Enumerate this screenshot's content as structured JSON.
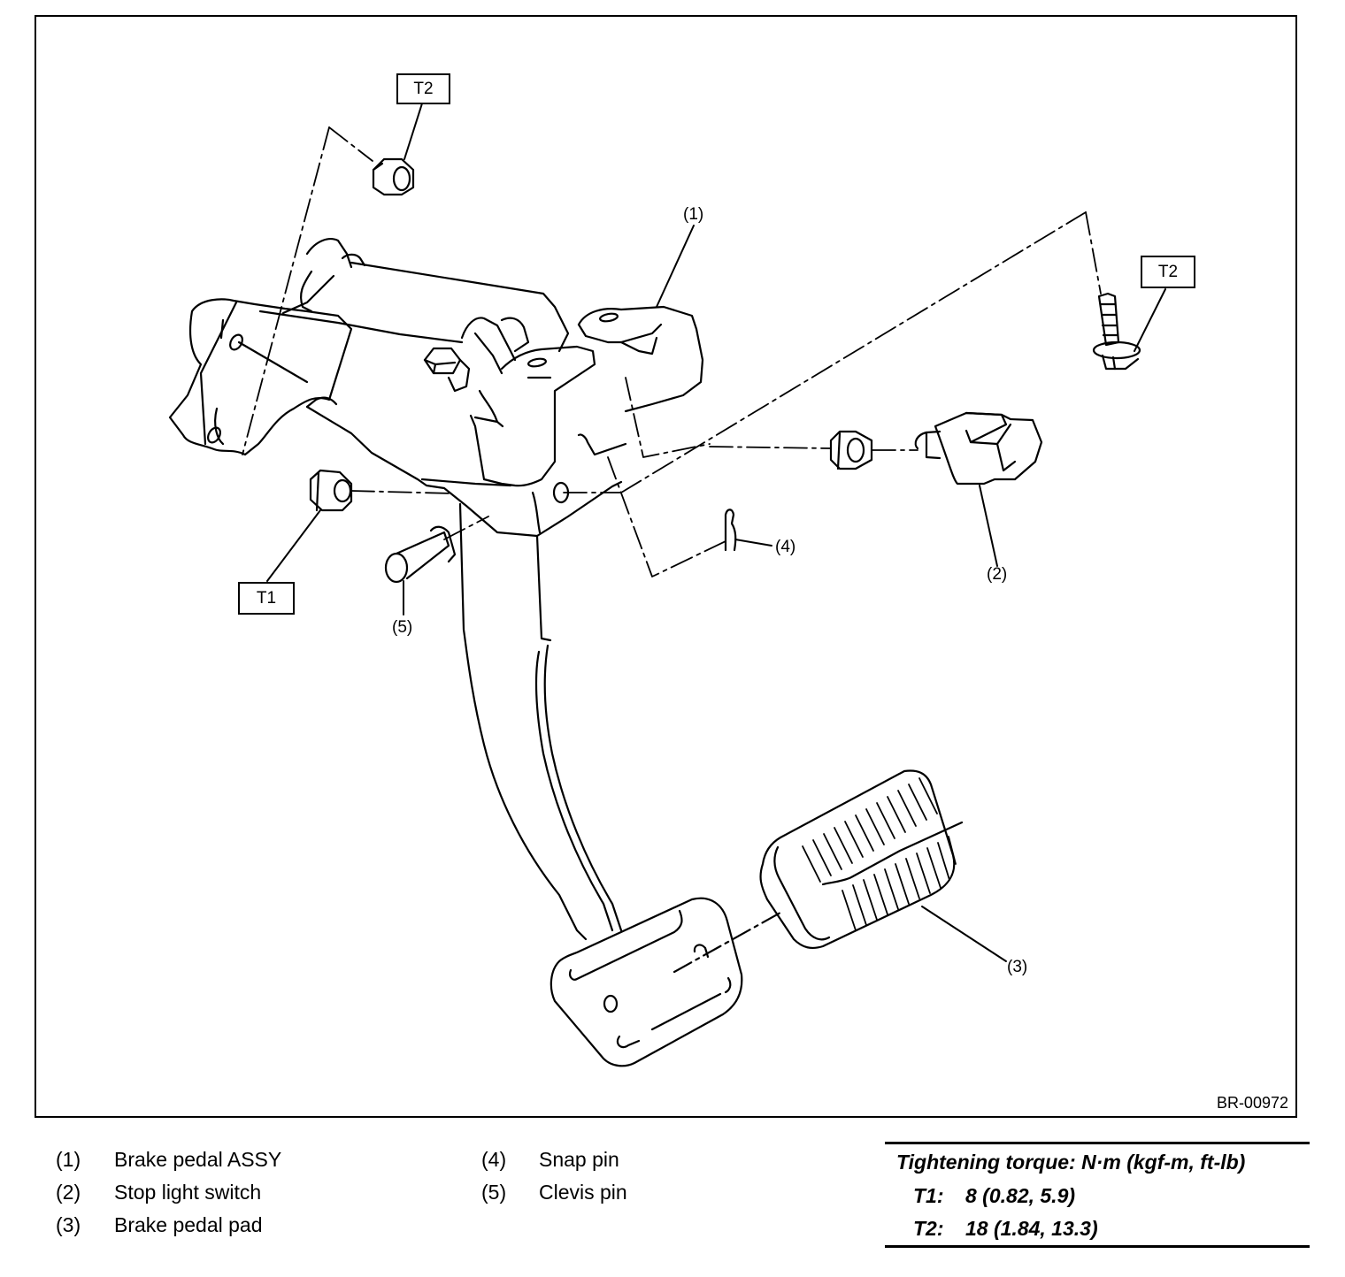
{
  "figure": {
    "id": "BR-00972",
    "callouts": {
      "c1": "(1)",
      "c2": "(2)",
      "c3": "(3)",
      "c4": "(4)",
      "c5": "(5)"
    },
    "torque_tags": {
      "top_nut": "T2",
      "right_bolt": "T2",
      "left_nut": "T1"
    }
  },
  "legend": [
    {
      "num": "(1)",
      "label": "Brake pedal ASSY"
    },
    {
      "num": "(2)",
      "label": "Stop light switch"
    },
    {
      "num": "(3)",
      "label": "Brake pedal pad"
    },
    {
      "num": "(4)",
      "label": "Snap pin"
    },
    {
      "num": "(5)",
      "label": "Clevis pin"
    }
  ],
  "torque": {
    "title": "Tightening torque: N·m (kgf-m, ft-lb)",
    "rows": [
      {
        "key": "T1:",
        "value": "8 (0.82, 5.9)"
      },
      {
        "key": "T2:",
        "value": "18 (1.84, 13.3)"
      }
    ]
  }
}
